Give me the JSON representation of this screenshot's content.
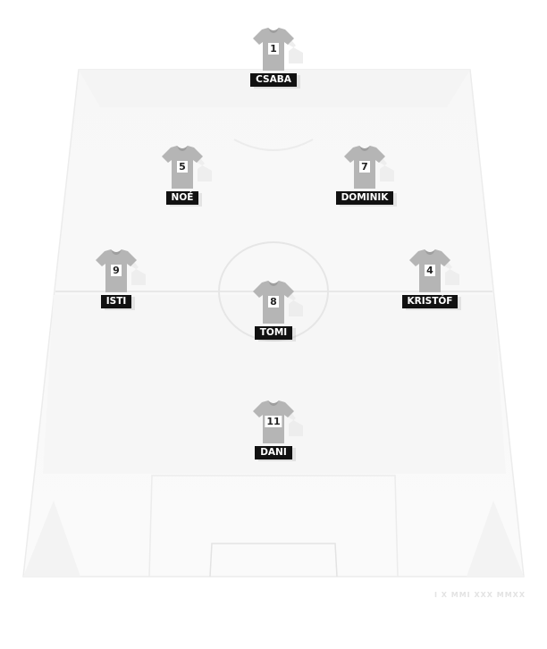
{
  "formation": {
    "players": [
      {
        "number": "1",
        "name": "CSABA",
        "role": "goalkeeper"
      },
      {
        "number": "5",
        "name": "NOÉ",
        "role": "defender-left"
      },
      {
        "number": "7",
        "name": "DOMINIK",
        "role": "defender-right"
      },
      {
        "number": "9",
        "name": "ISTI",
        "role": "midfielder-left"
      },
      {
        "number": "8",
        "name": "TOMI",
        "role": "midfielder-center"
      },
      {
        "number": "4",
        "name": "KRISTÓF",
        "role": "midfielder-right"
      },
      {
        "number": "11",
        "name": "DANI",
        "role": "forward"
      }
    ]
  },
  "watermark": "I X MMI XXX MMXX",
  "colors": {
    "shirt": "#b5b5b5",
    "shirt_shade": "#9e9e9e",
    "name_tag": "#111111",
    "pitch_line": "#ececec"
  }
}
